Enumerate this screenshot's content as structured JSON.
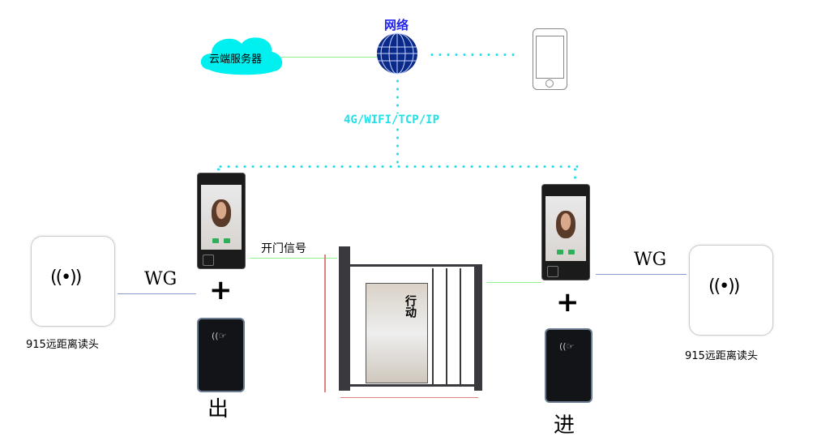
{
  "cloud": {
    "label": "云端服务器",
    "color": "#00f0f0"
  },
  "network": {
    "label": "网络",
    "globe_color": "#0a2a8a",
    "label_color": "#2222ee"
  },
  "protocol": {
    "label": "4G/WIFI/TCP/IP",
    "color": "#22e0e8"
  },
  "left": {
    "reader_label": "915远距离读头",
    "wg_label": "WG",
    "plus": "+",
    "direction": "出",
    "signal_label": "开门信号"
  },
  "right": {
    "reader_label": "915远距离读头",
    "wg_label": "WG",
    "plus": "+",
    "direction": "进"
  },
  "gate": {
    "poster_title": "行动"
  }
}
